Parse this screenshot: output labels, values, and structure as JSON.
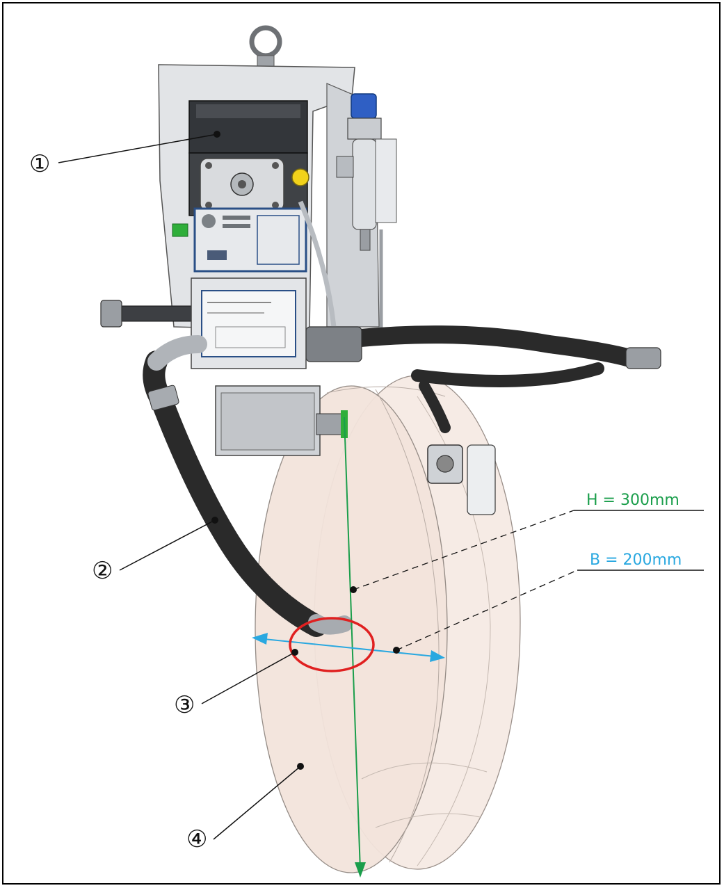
{
  "callouts": [
    {
      "id": "1",
      "label": "①"
    },
    {
      "id": "2",
      "label": "②"
    },
    {
      "id": "3",
      "label": "③"
    },
    {
      "id": "4",
      "label": "④"
    }
  ],
  "dimensions": {
    "height": {
      "label": "H = 300mm",
      "color": "#1a9e4b"
    },
    "width": {
      "label": "B = 200mm",
      "color": "#29a8e0"
    }
  },
  "colors": {
    "highlight_circle": "#e02020",
    "bag_fill": "#f3e4dc",
    "hose": "#2a2a2a",
    "housing": "#3a3c40",
    "metal": "#c9ccd0",
    "knob": "#2f5fc4",
    "yellow_plug": "#f2d21b",
    "green_connector": "#2fae3a"
  }
}
